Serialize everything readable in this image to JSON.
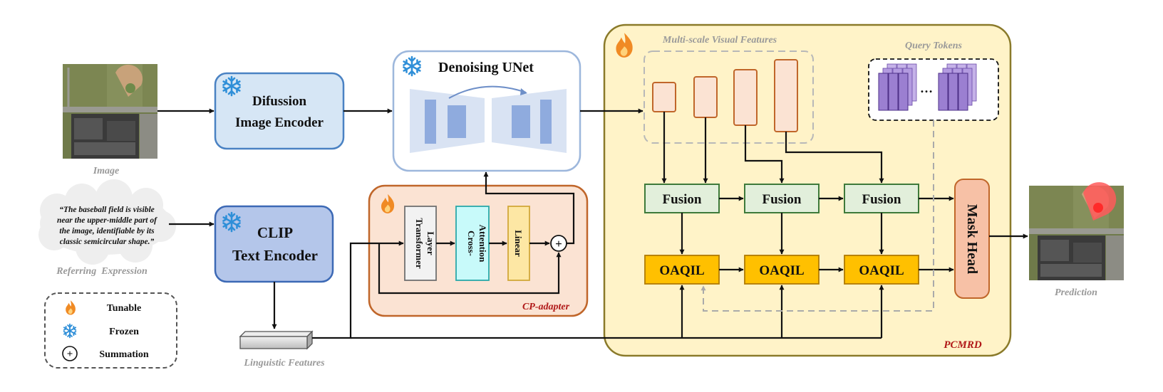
{
  "inputs": {
    "image_caption": "Image",
    "referring_expression": [
      "“The baseball field is visible",
      "near the upper-middle part of",
      "the image, identifiable by its",
      "classic semicircular shape.”"
    ],
    "referring_caption": "Referring  Expression"
  },
  "encoders": {
    "image_encoder": [
      "Difussion",
      "Image Encoder"
    ],
    "text_encoder": [
      "CLIP",
      "Text Encoder"
    ],
    "denoising_unet": "Denoising UNet",
    "linguistic_features": "Linguistic Features"
  },
  "cp_adapter": {
    "name": "CP-adapter",
    "transformer": [
      "Transformer",
      "Layer"
    ],
    "cross_attention": [
      "Cross-",
      "Attention"
    ],
    "linear": "Linear",
    "sum_symbol": "+"
  },
  "pcmrd": {
    "name": "PCMRD",
    "visual_features_label": "Multi-scale Visual Features",
    "query_tokens_label": "Query Tokens",
    "fusion_label": "Fusion",
    "oaqil_label": "OAQIL",
    "mask_head_label": "Mask Head",
    "dots": "…"
  },
  "output": {
    "prediction_caption": "Prediction"
  },
  "legend": {
    "tunable": "Tunable",
    "frozen": "Frozen",
    "summation": "Summation",
    "sum_symbol": "+"
  },
  "colors": {
    "arrow": "#111111",
    "caption_gray": "#999999",
    "frozen_blue": "#2f8fd8",
    "flame_orange": "#f08a24",
    "adapter_fill": "#fbe3d3",
    "adapter_border": "#c0662a",
    "pcmrd_fill": "#fff3c8",
    "pcmrd_border": "#8a7a2a",
    "fusion_fill": "#e2efdb",
    "fusion_border": "#3e7a3a",
    "oaqil_fill": "#ffc000",
    "maskhead_fill": "#f7c1a6",
    "token_fill": "#9b7fd1",
    "label_red": "#b01818"
  }
}
